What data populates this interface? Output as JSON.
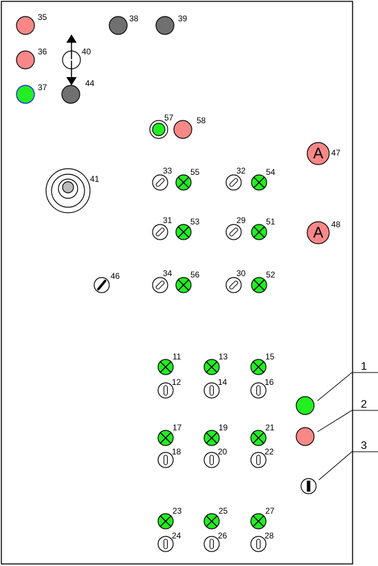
{
  "colors": {
    "red": "#f88888",
    "green": "#22ee22",
    "gray": "#707070",
    "blue_ring": "#2233dd",
    "stroke": "#000000",
    "white": "#ffffff"
  },
  "lamps": [
    {
      "id": "35",
      "color": "red"
    },
    {
      "id": "36",
      "color": "red"
    },
    {
      "id": "37",
      "color": "green",
      "ring": "blue_ring"
    },
    {
      "id": "38",
      "color": "gray"
    },
    {
      "id": "39",
      "color": "gray"
    },
    {
      "id": "44",
      "color": "gray"
    },
    {
      "id": "58",
      "color": "red"
    }
  ],
  "toggle_switch": {
    "id": "40"
  },
  "lamp_with_ring": {
    "id": "57",
    "color": "green"
  },
  "joystick": {
    "id": "41"
  },
  "ammeters": [
    {
      "id": "47",
      "symbol": "A",
      "color": "red"
    },
    {
      "id": "48",
      "symbol": "A",
      "color": "red"
    }
  ],
  "selector_46": {
    "id": "46"
  },
  "selectors": [
    {
      "id": "33"
    },
    {
      "id": "32"
    },
    {
      "id": "31"
    },
    {
      "id": "29"
    },
    {
      "id": "34"
    },
    {
      "id": "30"
    }
  ],
  "indicators": [
    {
      "id": "55"
    },
    {
      "id": "54"
    },
    {
      "id": "53"
    },
    {
      "id": "51"
    },
    {
      "id": "56"
    },
    {
      "id": "52"
    },
    {
      "id": "11"
    },
    {
      "id": "13"
    },
    {
      "id": "15"
    },
    {
      "id": "17"
    },
    {
      "id": "19"
    },
    {
      "id": "21"
    },
    {
      "id": "23"
    },
    {
      "id": "25"
    },
    {
      "id": "27"
    }
  ],
  "key_switches": [
    {
      "id": "12"
    },
    {
      "id": "14"
    },
    {
      "id": "16"
    },
    {
      "id": "18"
    },
    {
      "id": "20"
    },
    {
      "id": "22"
    },
    {
      "id": "24"
    },
    {
      "id": "26"
    },
    {
      "id": "28"
    }
  ],
  "legend": [
    {
      "id": "1",
      "kind": "lamp",
      "color": "green"
    },
    {
      "id": "2",
      "kind": "lamp",
      "color": "red"
    },
    {
      "id": "3",
      "kind": "switch"
    }
  ]
}
